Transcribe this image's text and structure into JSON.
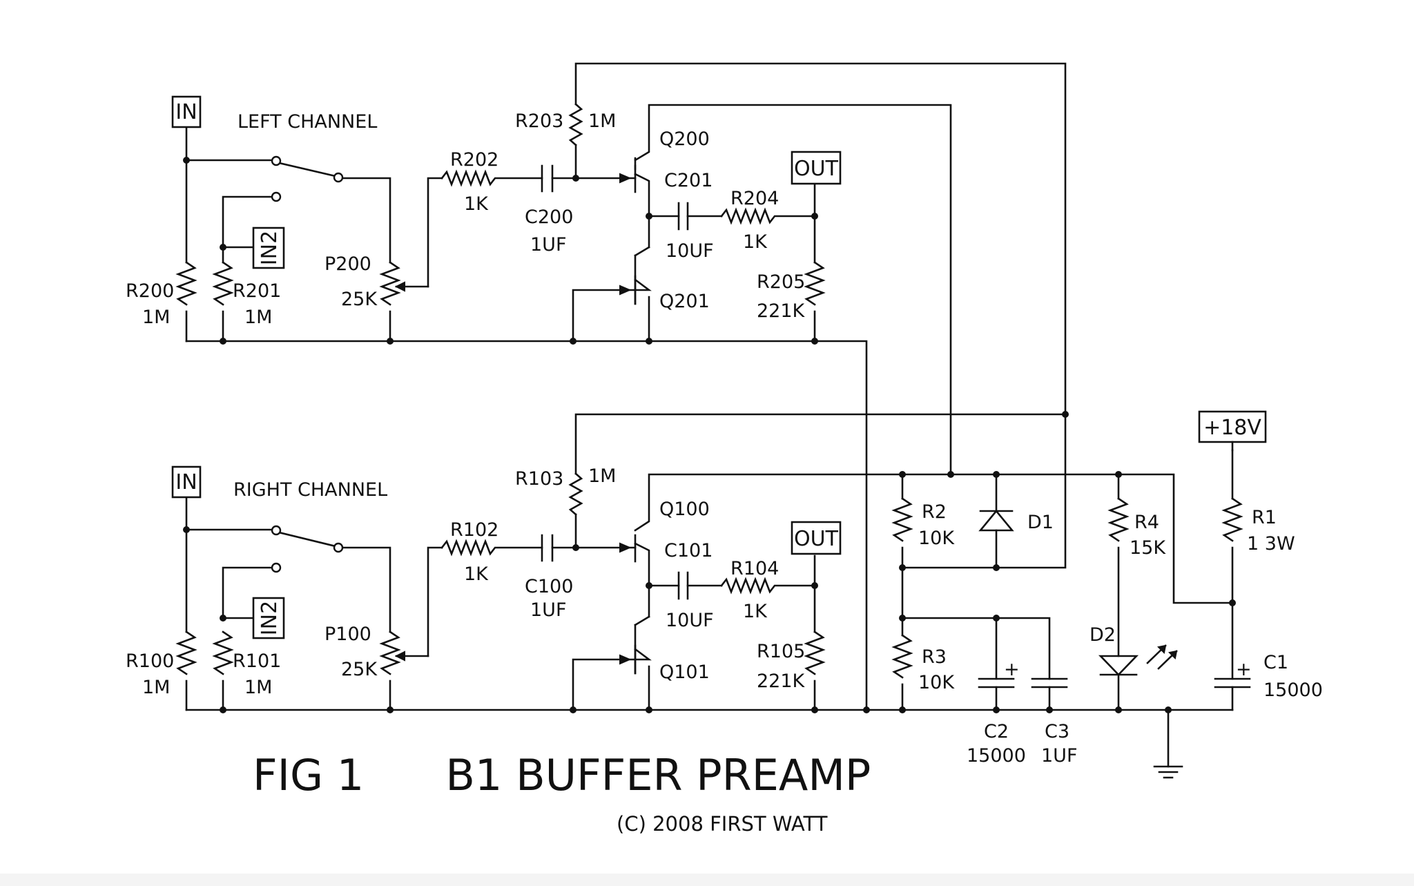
{
  "title": "FIG 1      B1 BUFFER PREAMP",
  "copyright": "(C) 2008 FIRST WATT",
  "left": {
    "heading": "LEFT CHANNEL",
    "in": "IN",
    "in2": "IN2",
    "out": "OUT",
    "r200": "R200",
    "r200v": "1M",
    "r201": "R201",
    "r201v": "1M",
    "p200": "P200",
    "p200v": "25K",
    "r202": "R202",
    "r202v": "1K",
    "c200": "C200",
    "c200v": "1UF",
    "r203": "R203",
    "r203v": "1M",
    "q200": "Q200",
    "q201": "Q201",
    "c201": "C201",
    "c201v": "10UF",
    "r204": "R204",
    "r204v": "1K",
    "r205": "R205",
    "r205v": "221K"
  },
  "right": {
    "heading": "RIGHT CHANNEL",
    "in": "IN",
    "in2": "IN2",
    "out": "OUT",
    "r100": "R100",
    "r100v": "1M",
    "r101": "R101",
    "r101v": "1M",
    "p100": "P100",
    "p100v": "25K",
    "r102": "R102",
    "r102v": "1K",
    "c100": "C100",
    "c100v": "1UF",
    "r103": "R103",
    "r103v": "1M",
    "q100": "Q100",
    "q101": "Q101",
    "c101": "C101",
    "c101v": "10UF",
    "r104": "R104",
    "r104v": "1K",
    "r105": "R105",
    "r105v": "221K"
  },
  "supply": {
    "v18": "+18V",
    "r1": "R1",
    "r1v": "1 3W",
    "c1": "C1",
    "c1v": "15000",
    "r2": "R2",
    "r2v": "10K",
    "r3": "R3",
    "r3v": "10K",
    "d1": "D1",
    "d2": "D2",
    "r4": "R4",
    "r4v": "15K",
    "c2": "C2",
    "c2v": "15000",
    "c3": "C3",
    "c3v": "1UF",
    "plus": "+"
  }
}
